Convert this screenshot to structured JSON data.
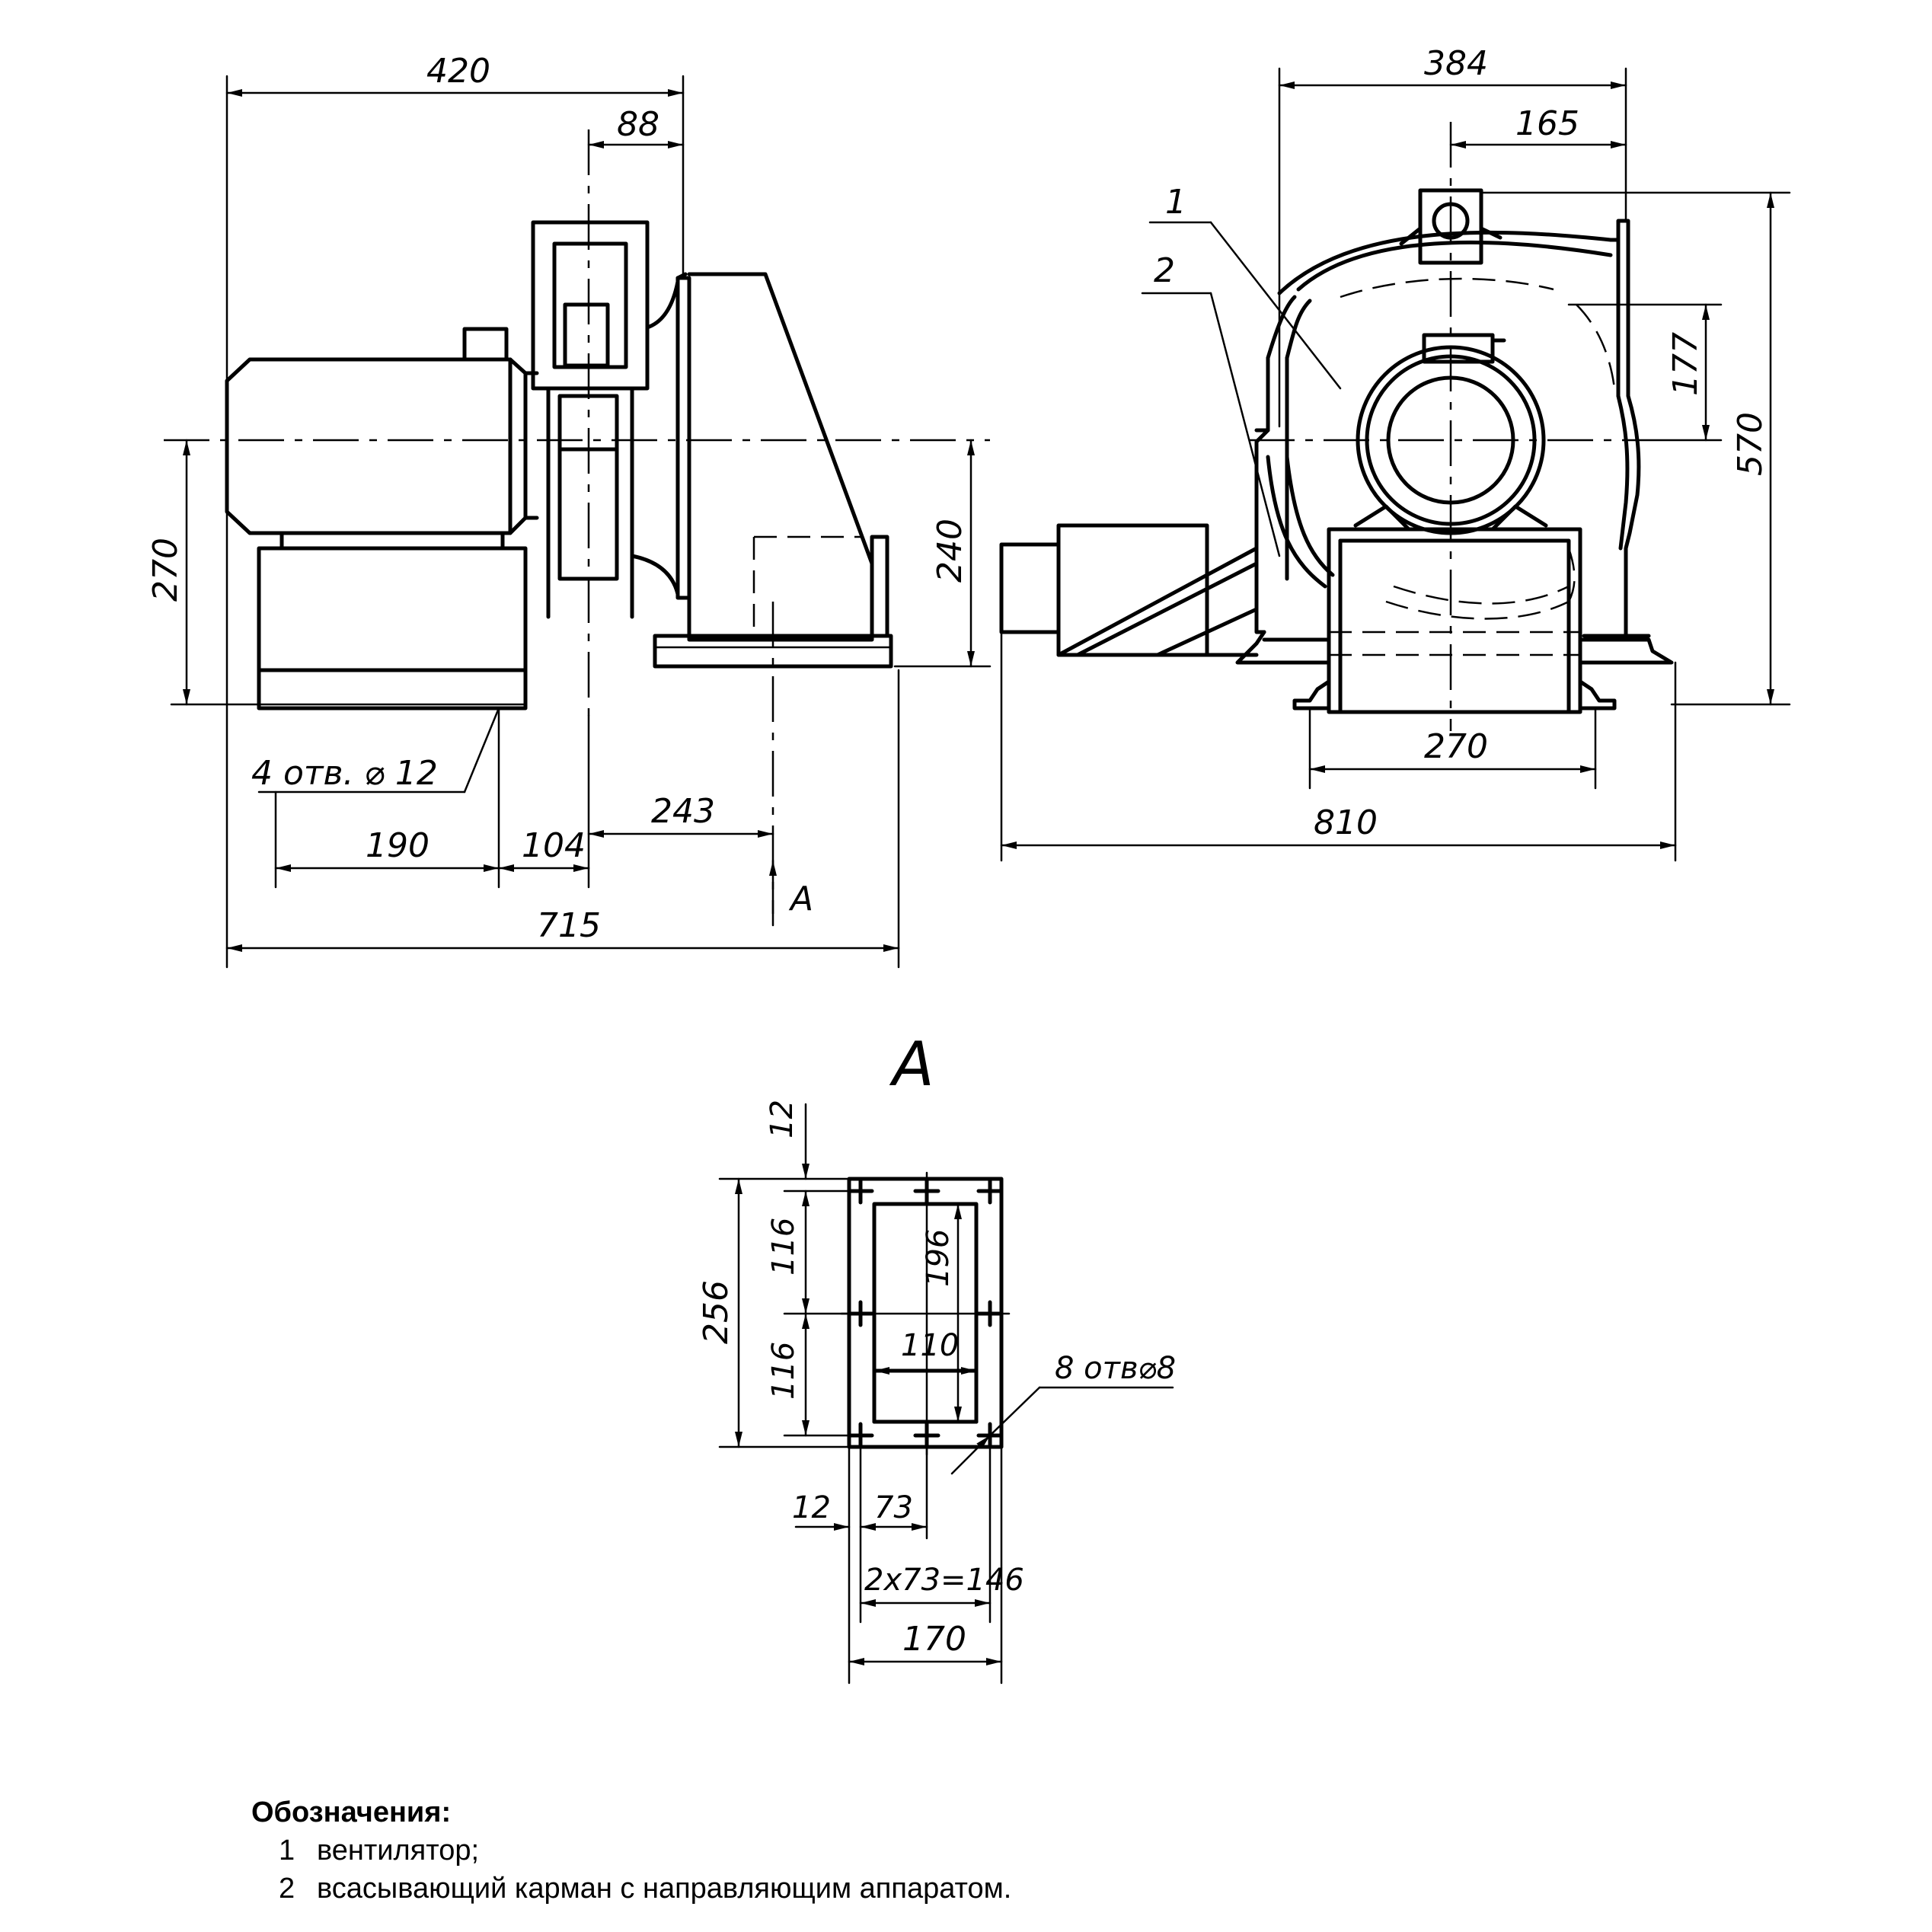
{
  "dimensions": {
    "side_view": {
      "overall_top": "420",
      "flange_width": "88",
      "height_270": "270",
      "height_240": "240",
      "holes_note": "4 отв. ⌀ 12",
      "base_190": "190",
      "base_104": "104",
      "offset_243": "243",
      "view_arrow_label": "А",
      "overall_bottom": "715"
    },
    "front_view": {
      "width_384": "384",
      "offset_165": "165",
      "height_177": "177",
      "height_570": "570",
      "base_270": "270",
      "overall_810": "810",
      "callout_1": "1",
      "callout_2": "2"
    },
    "view_a": {
      "title": "А",
      "top_12": "12",
      "height_116_top": "116",
      "height_116_bottom": "116",
      "height_256": "256",
      "height_196": "196",
      "width_110": "110",
      "holes_note": "8 отв⌀8",
      "left_12": "12",
      "pitch_73": "73",
      "pitch_total": "2x73=146",
      "width_170": "170"
    }
  },
  "legend": {
    "title": "Обозначения:",
    "items": [
      {
        "num": "1",
        "text": "вентилятор;"
      },
      {
        "num": "2",
        "text": "всасывающий карман с направляющим аппаратом."
      }
    ]
  }
}
